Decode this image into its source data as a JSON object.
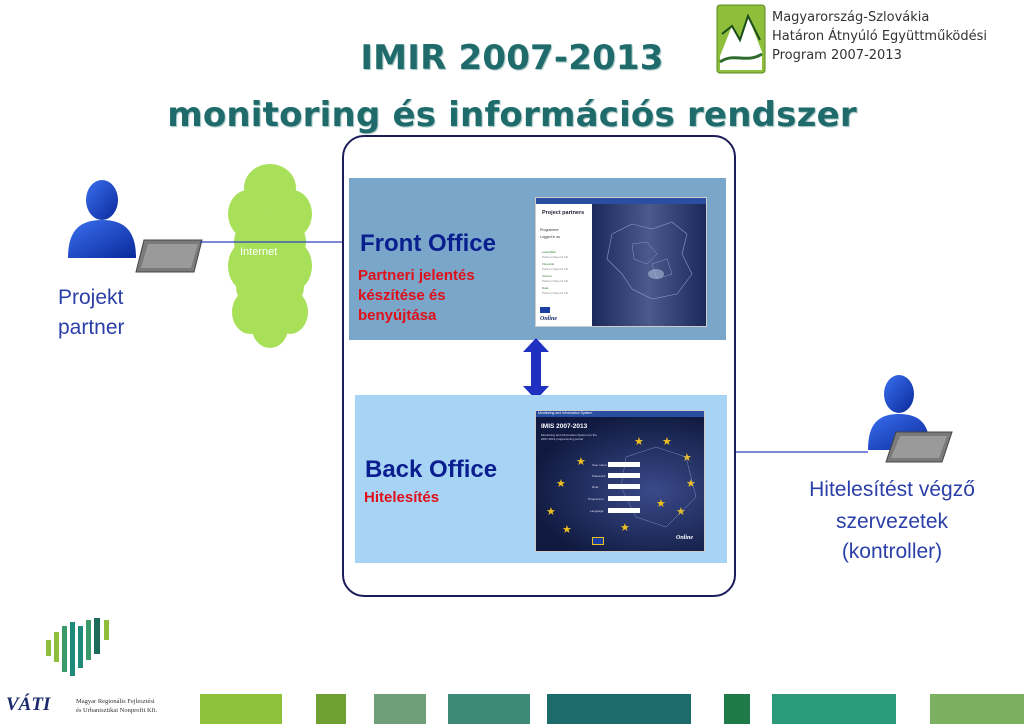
{
  "title": {
    "line1": "IMIR 2007-2013",
    "line2": "monitoring és információs rendszer"
  },
  "logo": {
    "line1": "Magyarország-Szlovákia",
    "line2": "Határon Átnyúló Együttműködési",
    "line3": "Program 2007-2013"
  },
  "left_actor": {
    "label_line1": "Projekt",
    "label_line2": "partner",
    "cloud_label": "Internet"
  },
  "front_office": {
    "title": "Front Office",
    "sub_line1": "Partneri jelentés",
    "sub_line2": "készítése és",
    "sub_line3": "benyújtása",
    "screenshot": {
      "header": "Project partners",
      "programme_label": "Programme:",
      "logged_label": "Logged in as",
      "menu": [
        "Lead Main",
        "Partner Reports Fill",
        "Financial",
        "Partner Reports Fill",
        "Actions",
        "Partner Reports Fill",
        "Data",
        "Partner Reports Fill",
        "Online"
      ],
      "brand": "Online"
    }
  },
  "back_office": {
    "title": "Back Office",
    "sub": "Hitelesítés",
    "screenshot": {
      "titlebar": "Monitoring and Information System",
      "header": "IMIS 2007-2013",
      "subtitle1": "Monitoring and Information System for the",
      "subtitle2": "2007-2013 programming period",
      "fields": [
        "User name:",
        "Password:",
        "Role:",
        "Programme:",
        "Language:"
      ],
      "brand": "Online"
    }
  },
  "right_actor": {
    "label_line1": "Hitelesítést végző",
    "label_line2": "szervezetek",
    "label_line3": "(kontroller)"
  },
  "footer": {
    "brand": "VÁTI",
    "org_line1": "Magyar Regionális Fejlesztési",
    "org_line2": "és Urbanisztikai Nonprofit Kft."
  },
  "colors": {
    "title": "#1f6b6b",
    "office_title": "#0a1f8f",
    "office_sub": "#e0101a",
    "label": "#2b3fa8",
    "arrow": "#2030c0",
    "cloud": "#a8e05a"
  }
}
